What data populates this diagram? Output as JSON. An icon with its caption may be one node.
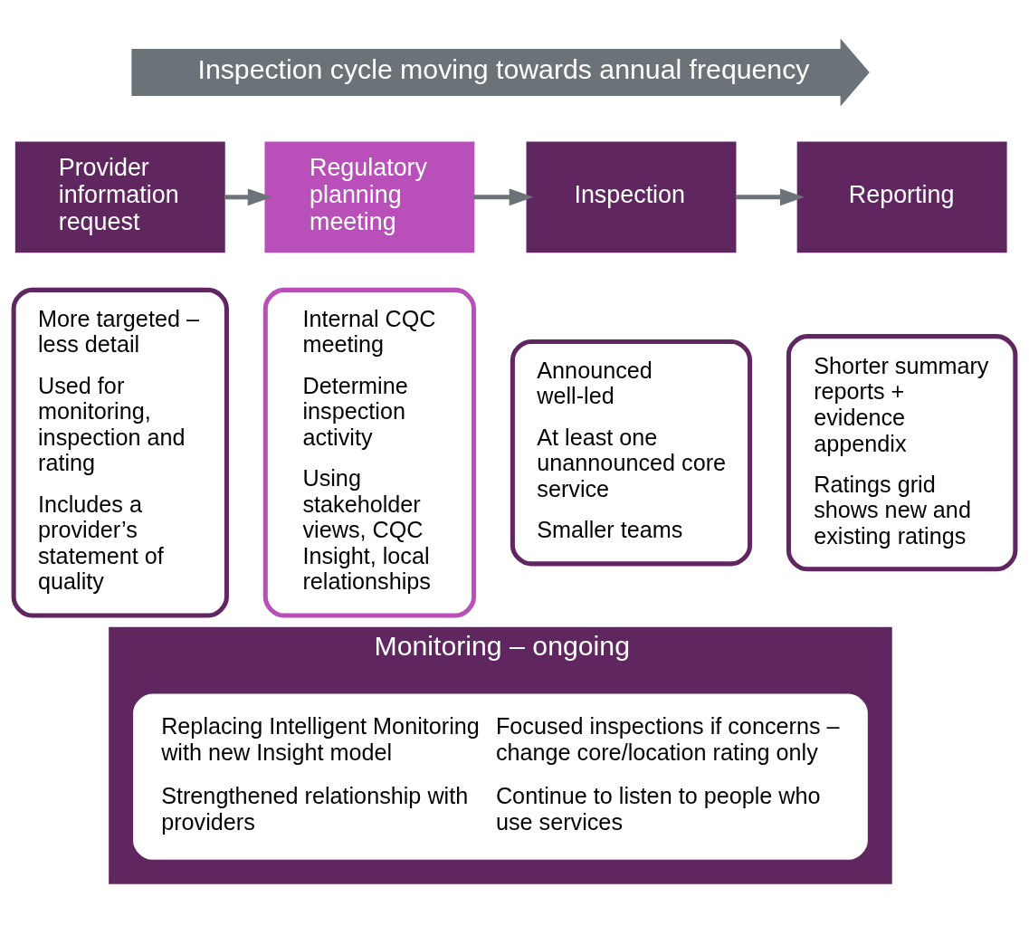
{
  "diagram": {
    "nodes": [
      {
        "text": [
          "Inspection cycle moving towards annual frequency"
        ]
      },
      {
        "text": [
          "Provider information request"
        ]
      },
      {
        "text": [
          "More targeted – less detail",
          "Used for monitoring, inspection and rating",
          "Includes a provider’s statement of quality"
        ]
      },
      {
        "text": [
          "Regulatory planning meeting"
        ]
      },
      {
        "text": [
          "Internal CQC meeting",
          "Determine inspection activity",
          "Using stakeholder views, CQC Insight, local relationships"
        ]
      },
      {
        "text": [
          "Inspection"
        ]
      },
      {
        "text": [
          "Announced well-led",
          "At least one unannounced core service",
          "Smaller teams"
        ]
      },
      {
        "text": [
          "Reporting"
        ]
      },
      {
        "text": [
          "Shorter summary reports + evidence appendix",
          "Ratings grid shows new and existing ratings"
        ]
      },
      {
        "text": [
          "Monitoring – ongoing"
        ]
      },
      {
        "text": [
          "Replacing Intelligent Monitoring with new Insight model",
          "Focused inspections if concerns – change core/location rating only",
          "Strengthened relationship with providers",
          "Continue to listen to people who use services"
        ],
        "in": 9
      }
    ],
    "edges": [
      {
        "from": 1,
        "to": 3,
        "arrow": "to"
      },
      {
        "from": 3,
        "to": 5,
        "arrow": "to"
      },
      {
        "from": 5,
        "to": 7,
        "arrow": "to"
      }
    ]
  }
}
